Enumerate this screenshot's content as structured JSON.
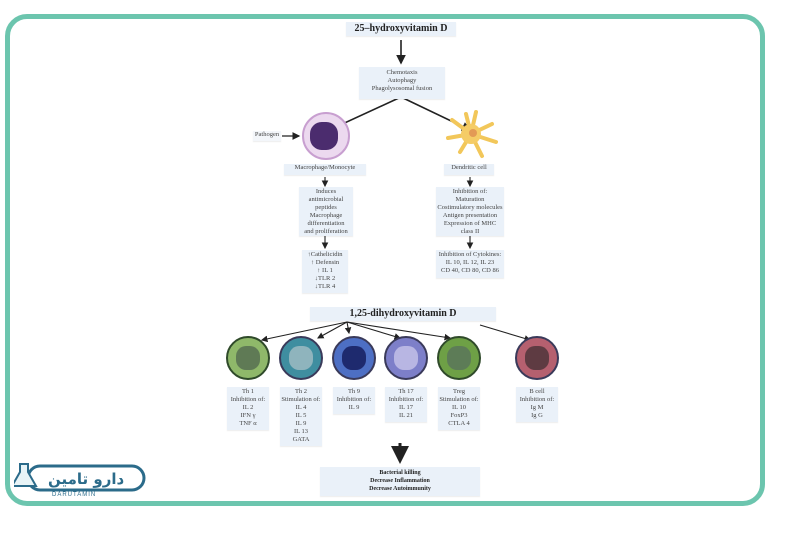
{
  "diagram": {
    "top_title": "25–hydroxyvitamin D",
    "first_effects": [
      "Chemotaxis",
      "Autophagy",
      "Phagolysosomal fusion"
    ],
    "pathogen_label": "Pathogen",
    "macrophage": {
      "label": "Macrophage/Monocyte",
      "effects": [
        "Induces",
        "antimicrobial",
        "peptides",
        "Macrophage",
        "differentiation",
        "and proliferation"
      ],
      "markers": [
        "↑Cathelicidin",
        "↑ Defensin",
        "↑ IL 1",
        "↓TLR 2",
        "↓TLR 4"
      ]
    },
    "dendritic": {
      "label": "Dendritic cell",
      "effects": [
        "Inhibition of:",
        "Maturation",
        "Costimulatory molecules",
        "Antigen presentation",
        "Expression of MHC",
        "class II"
      ],
      "cytokines": [
        "Inhibition of Cytokines:",
        "IL 10, IL 12, IL 23",
        "CD 40, CD 80, CD 86"
      ]
    },
    "active_title": "1,25-dihydroxyvitamin D",
    "cells": [
      {
        "name": "Th 1",
        "lines": [
          "Th 1",
          "Inhibition of:",
          "IL 2",
          "IFN γ",
          "TNF α"
        ],
        "color": "#5f7a55",
        "ring": "#8fb86a"
      },
      {
        "name": "Th 2",
        "lines": [
          "Th 2",
          "Stimulation of:",
          "IL 4",
          "IL 5",
          "IL 9",
          "IL 13",
          "GATA"
        ],
        "color": "#8fb4bd",
        "ring": "#3f8ea0"
      },
      {
        "name": "Th 9",
        "lines": [
          "Th 9",
          "Inhibition of:",
          "IL 9"
        ],
        "color": "#1e2a6e",
        "ring": "#4d6fc4"
      },
      {
        "name": "Th 17",
        "lines": [
          "Th 17",
          "Inhibition of:",
          "IL 17",
          "IL 21"
        ],
        "color": "#b8b6e3",
        "ring": "#7d7fc9"
      },
      {
        "name": "Treg",
        "lines": [
          "Treg",
          "Stimulation of:",
          "IL 10",
          "FoxP3",
          "CTLA 4"
        ],
        "color": "#5d7c57",
        "ring": "#6ea046"
      },
      {
        "name": "B cell",
        "lines": [
          "B cell",
          "Inhibition of:",
          "Ig M",
          "Ig G"
        ],
        "color": "#5e3b42",
        "ring": "#b5606f"
      }
    ],
    "outcomes": [
      "Bacterial killing",
      "Decrease Inflammation",
      "Decrease Autoimmunity"
    ]
  },
  "logo": {
    "text": "DARUTAMIN",
    "color": "#2b6b8a"
  },
  "colors": {
    "frame": "#6cc5ae",
    "box": "#eaf1f9"
  }
}
